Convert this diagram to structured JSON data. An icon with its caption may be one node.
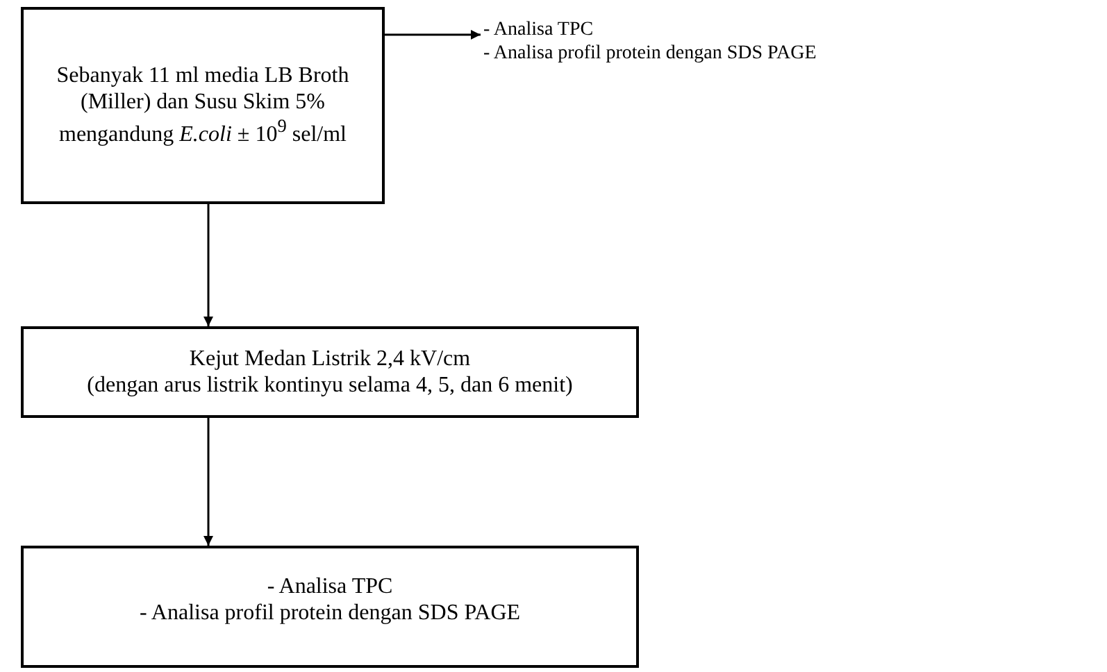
{
  "diagram": {
    "nodes": [
      {
        "text": [
          "Sebanyak 11 ml media LB Broth (Miller) dan Susu Skim 5% mengandung *E.coli* ± 10$^{9}$ sel/ml"
        ]
      },
      {
        "text": [
          "- Analisa TPC",
          "- Analisa profil protein dengan SDS PAGE"
        ]
      },
      {
        "text": [
          "Kejut Medan Listrik 2,4 kV/cm",
          "(dengan arus listrik kontinyu selama 4, 5, dan 6 menit)"
        ]
      },
      {
        "text": [
          "- Analisa TPC",
          "- Analisa profil protein dengan SDS PAGE"
        ]
      }
    ],
    "edges": [
      {
        "from": 0,
        "to": 1,
        "arrow": "to"
      },
      {
        "from": 0,
        "to": 2,
        "arrow": "to"
      },
      {
        "from": 2,
        "to": 3,
        "arrow": "to"
      }
    ]
  }
}
